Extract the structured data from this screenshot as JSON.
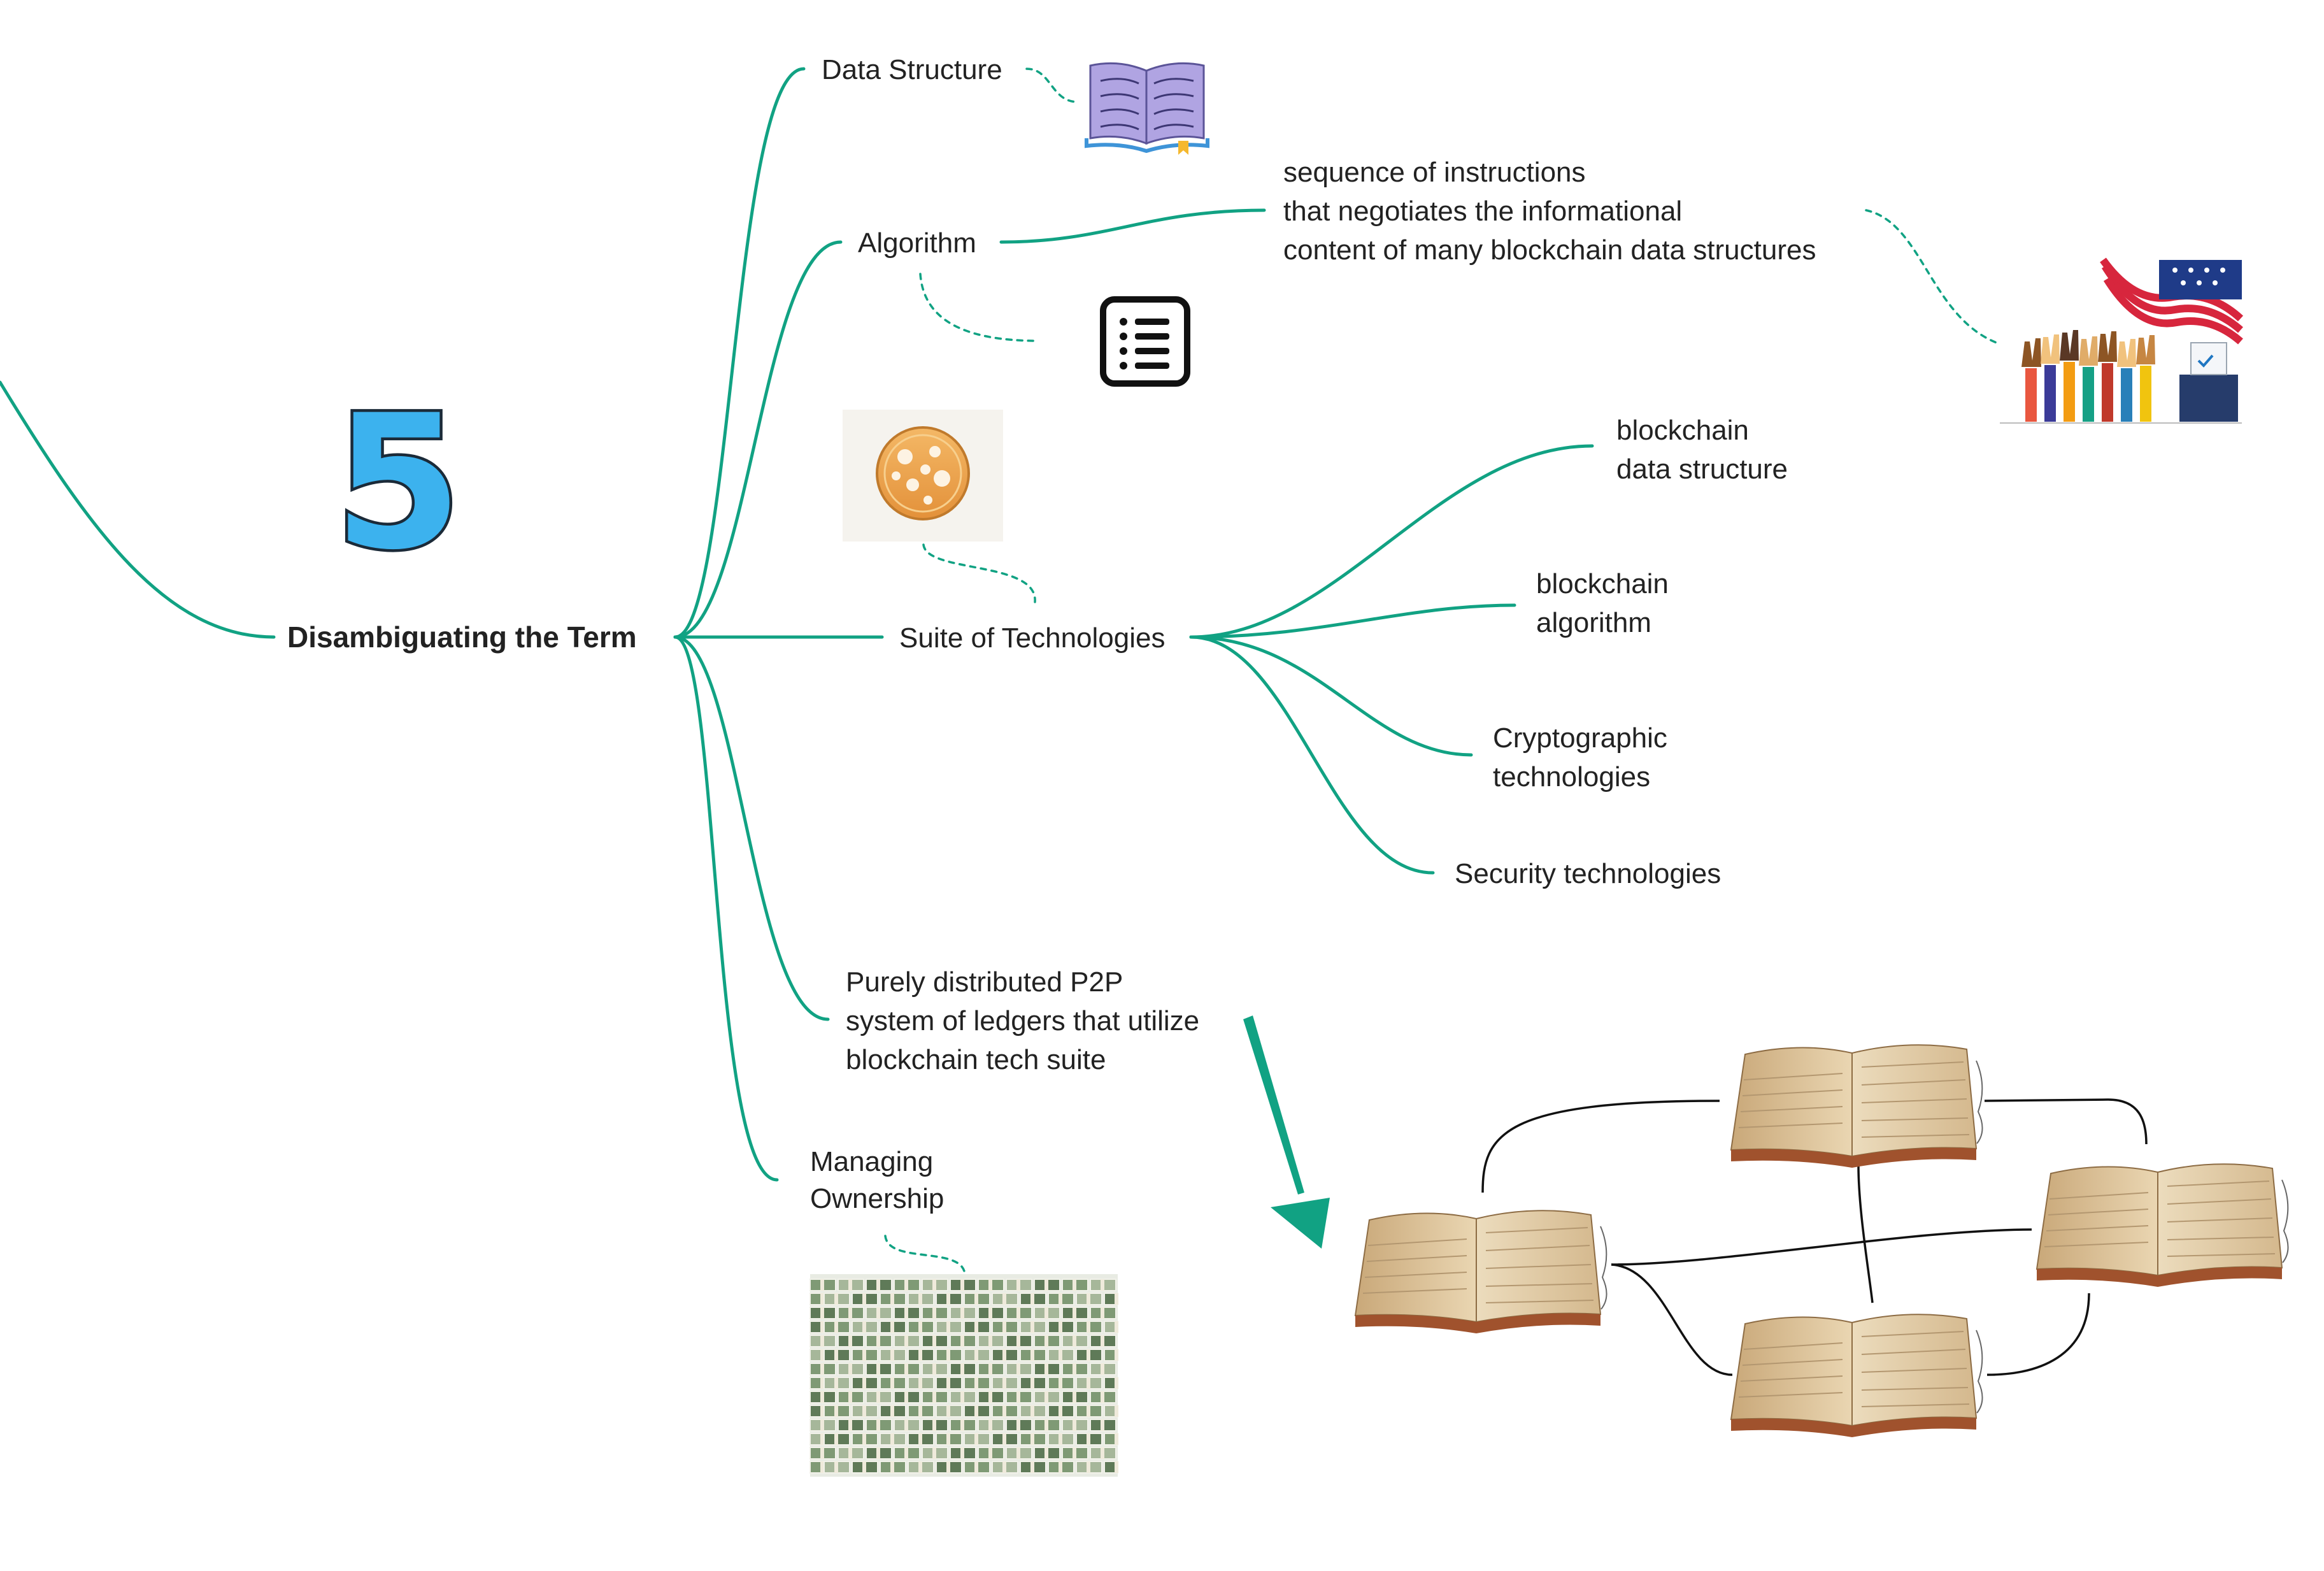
{
  "root": {
    "label": "Disambiguating the Term"
  },
  "number_badge": {
    "text": "5"
  },
  "branches": {
    "data_structure": "Data Structure",
    "algorithm": "Algorithm",
    "suite": "Suite of Technologies",
    "p2p": [
      "Purely distributed P2P",
      "system of ledgers that utilize",
      "blockchain tech suite"
    ],
    "ownership": [
      "Managing",
      "Ownership"
    ]
  },
  "algorithm_definition": [
    "sequence of instructions",
    "that negotiates the informational",
    "content of many blockchain data structures"
  ],
  "suite_items": {
    "blockchain_data_structure": [
      "blockchain",
      "data structure"
    ],
    "blockchain_algorithm": [
      "blockchain",
      "algorithm"
    ],
    "cryptographic": [
      "Cryptographic",
      "technologies"
    ],
    "security": "Security technologies"
  },
  "images": {
    "data_structure": "open-book-icon",
    "algorithm": "list-icon",
    "suite": "cell-illustration",
    "definition": "voting-hands-flag-image",
    "ownership": "money-stacks-image",
    "ledger_network": "ledger-book-image"
  },
  "colors": {
    "branch": "#11a283",
    "badge": "#3cb2ee",
    "text": "#222222"
  }
}
